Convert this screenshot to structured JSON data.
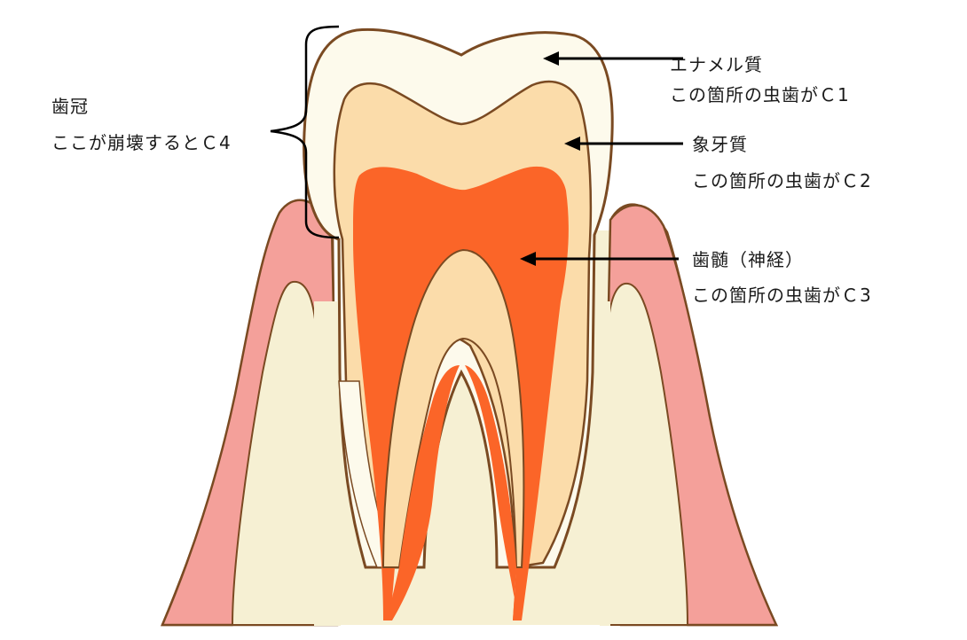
{
  "colors": {
    "outline": "#7a4a22",
    "gum": "#f4a09a",
    "gum_light": "#f8beb6",
    "bone": "#f6f0d3",
    "enamel": "#fdfaec",
    "dentin": "#fbdcaa",
    "pulp": "#fb6528",
    "arrow": "#000000"
  },
  "labels": {
    "crown": {
      "title": "歯冠",
      "note": "ここが崩壊するとＣ4"
    },
    "enamel": {
      "title": "エナメル質",
      "note": "この箇所の虫歯がＣ1"
    },
    "dentin": {
      "title": "象牙質",
      "note": "この箇所の虫歯がＣ2"
    },
    "pulp": {
      "title": "歯髄（神経）",
      "note": "この箇所の虫歯がＣ3"
    }
  }
}
